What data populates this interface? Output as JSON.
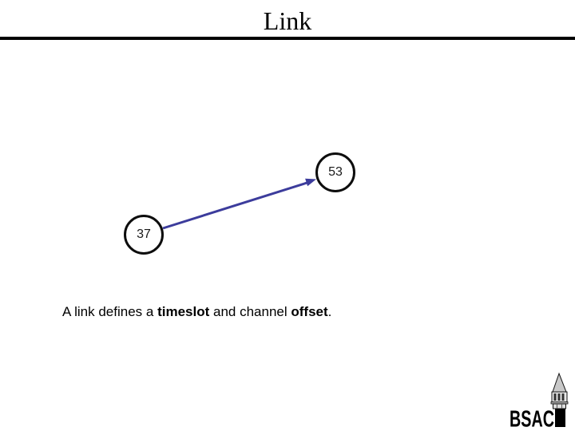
{
  "title": "Link",
  "diagram": {
    "nodes": [
      {
        "label": "53"
      },
      {
        "label": "37"
      }
    ],
    "arrow": {
      "color": "#3c3c9c",
      "from_node": "37",
      "to_node": "53"
    }
  },
  "caption": {
    "part1": "A link defines a ",
    "bold1": "timeslot",
    "part2": " and channel ",
    "bold2": "offset",
    "part3": "."
  },
  "logo": {
    "text": "BSAC",
    "icon": "campanile-tower-icon"
  }
}
